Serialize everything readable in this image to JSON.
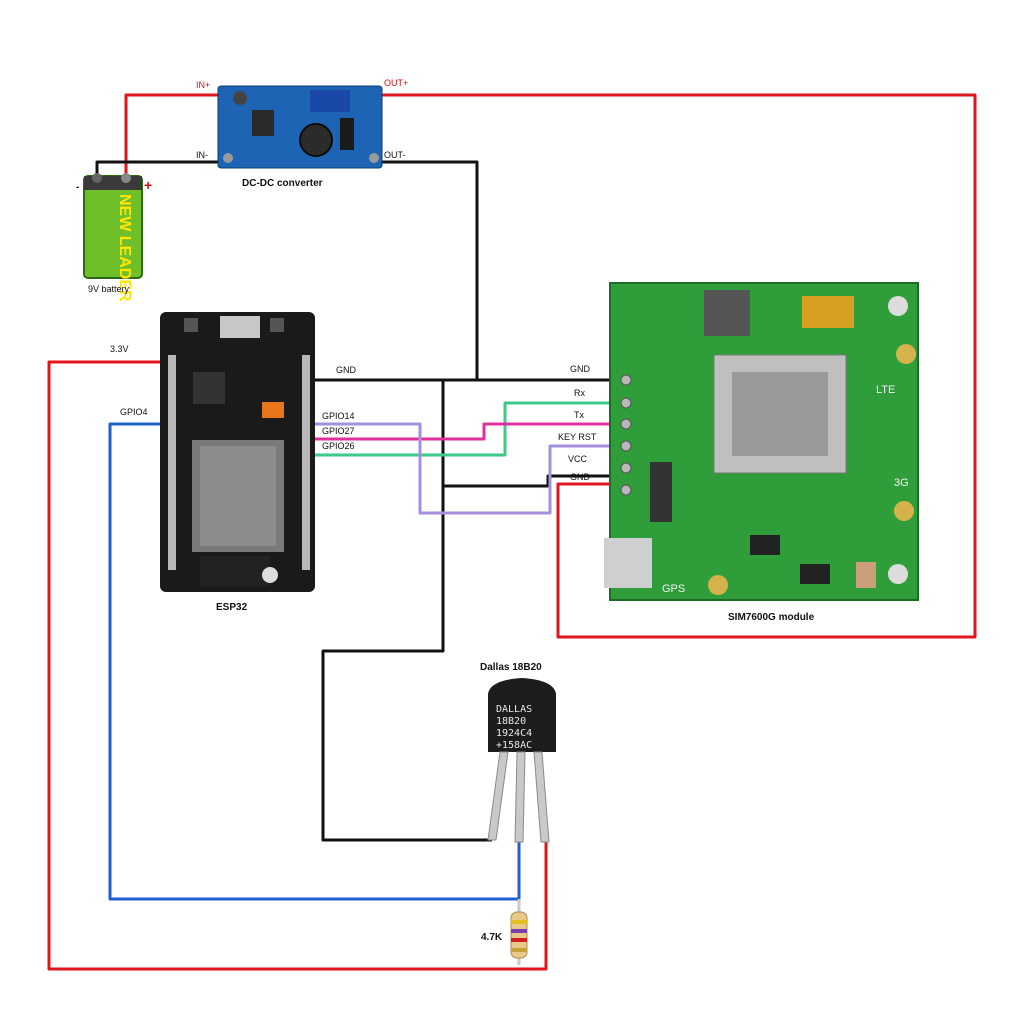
{
  "components": {
    "converter": {
      "title": "DC-DC converter",
      "in_plus": "IN+",
      "in_minus": "IN-",
      "out_plus": "OUT+",
      "out_minus": "OUT-"
    },
    "battery": {
      "title": "9V battery",
      "brand": "NEW LEADER",
      "minus": "-",
      "plus": "+"
    },
    "esp32": {
      "title": "ESP32"
    },
    "sim": {
      "title": "SIM7600G module",
      "lte": "LTE",
      "g3": "3G",
      "gps": "GPS"
    },
    "sensor": {
      "title": "Dallas 18B20",
      "marking": [
        "DALLAS",
        "18B20",
        "1924C4",
        "+158AC"
      ]
    },
    "resistor": {
      "label": "4.7K"
    }
  },
  "pin_labels": {
    "esp_3v3": "3.3V",
    "esp_gpio4": "GPIO4",
    "esp_gnd": "GND",
    "esp_gpio14": "GPIO14",
    "esp_gpio27": "GPIO27",
    "esp_gpio26": "GPIO26",
    "sim_gnd_top": "GND",
    "sim_rx": "Rx",
    "sim_tx": "Tx",
    "sim_key_rst": "KEY RST",
    "sim_vcc": "VCC",
    "sim_gnd_bottom": "GND"
  },
  "colors": {
    "power": "#e0161c",
    "ground": "#111111",
    "data_gpio4": "#1f5fd1",
    "gpio14": "#3ec98a",
    "gpio27": "#e0309a",
    "gpio26": "#a58fe0",
    "pcb_green": "#2f9e3a",
    "esp_board": "#1a1a1a"
  }
}
